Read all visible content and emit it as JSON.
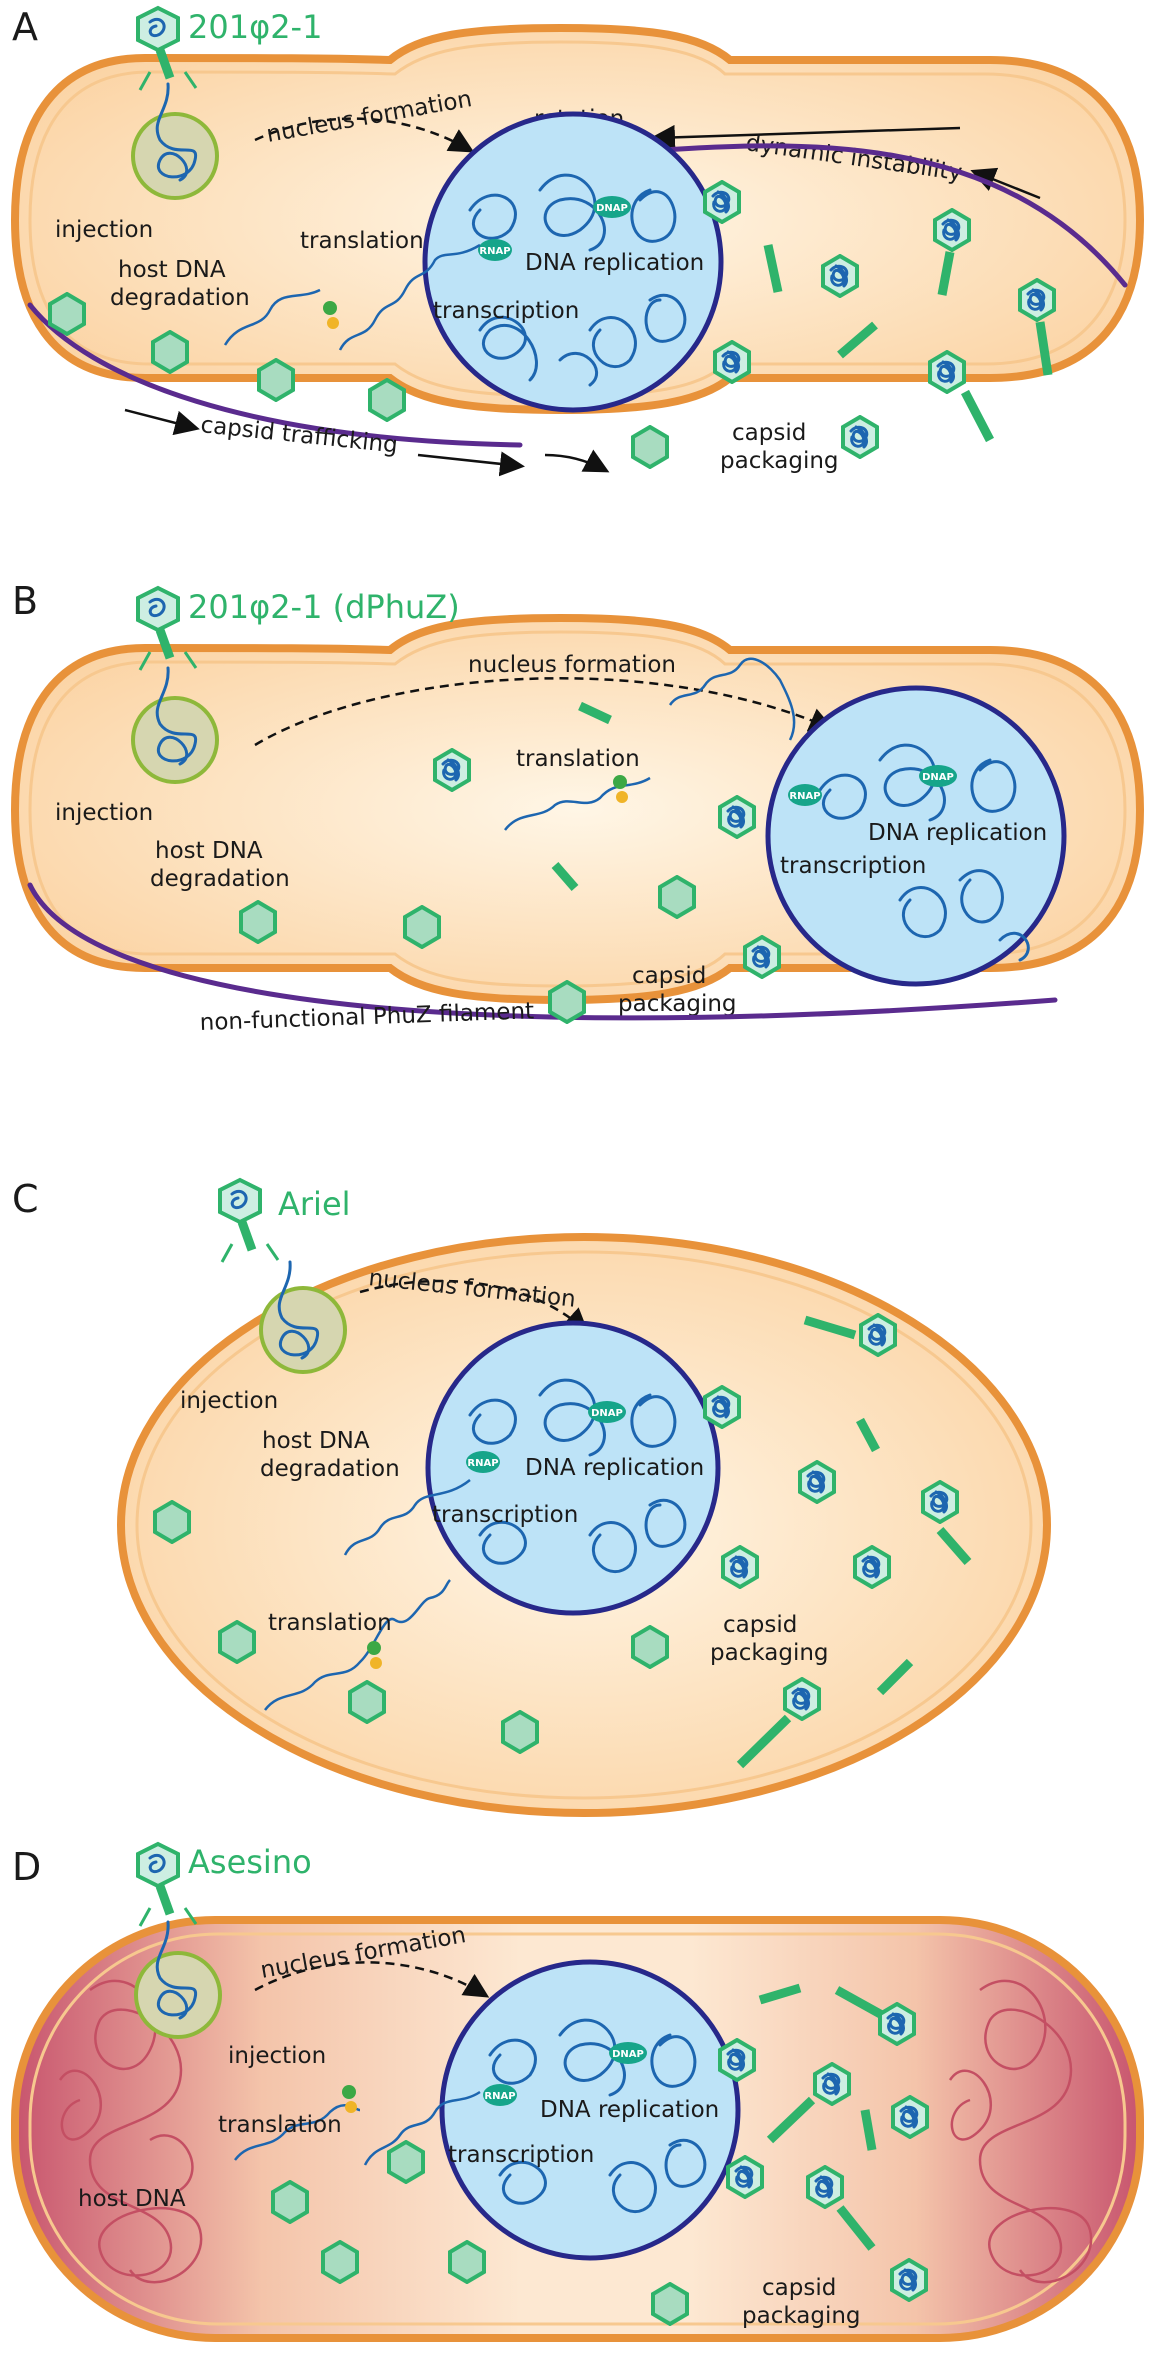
{
  "panels": [
    {
      "letter": "A",
      "phage": "201φ2-1",
      "labels": {
        "injection": "injection",
        "host_dna_degradation_1": "host DNA",
        "host_dna_degradation_2": "degradation",
        "nucleus_formation": "nucleus formation",
        "rotation": "rotation",
        "dynamic_instability": "dynamic instability",
        "translation": "translation",
        "dna_replication": "DNA replication",
        "transcription": "transcription",
        "capsid_trafficking": "capsid trafficking",
        "capsid_packaging_1": "capsid",
        "capsid_packaging_2": "packaging",
        "rnap": "RNAP",
        "dnap": "DNAP"
      }
    },
    {
      "letter": "B",
      "phage": "201φ2-1 (dPhuZ)",
      "labels": {
        "nucleus_formation": "nucleus formation",
        "injection": "injection",
        "host_dna_degradation_1": "host DNA",
        "host_dna_degradation_2": "degradation",
        "translation": "translation",
        "dna_replication": "DNA replication",
        "transcription": "transcription",
        "capsid_packaging_1": "capsid",
        "capsid_packaging_2": "packaging",
        "filament": "non-functional PhuZ filament",
        "rnap": "RNAP",
        "dnap": "DNAP"
      }
    },
    {
      "letter": "C",
      "phage": "Ariel",
      "labels": {
        "nucleus_formation": "nucleus formation",
        "injection": "injection",
        "host_dna_degradation_1": "host DNA",
        "host_dna_degradation_2": "degradation",
        "dna_replication": "DNA replication",
        "transcription": "transcription",
        "translation": "translation",
        "capsid_packaging_1": "capsid",
        "capsid_packaging_2": "packaging",
        "rnap": "RNAP",
        "dnap": "DNAP"
      }
    },
    {
      "letter": "D",
      "phage": "Asesino",
      "labels": {
        "nucleus_formation": "nucleus formation",
        "injection": "injection",
        "translation": "translation",
        "dna_replication": "DNA replication",
        "transcription": "transcription",
        "host_dna": "host DNA",
        "capsid_packaging_1": "capsid",
        "capsid_packaging_2": "packaging",
        "rnap": "RNAP",
        "dnap": "DNAP"
      }
    }
  ],
  "colors": {
    "cell_fill": "#fbd7ab",
    "cell_outline": "#e8923a",
    "nucleus_fill": "#bde3f7",
    "nucleus_outline": "#27288a",
    "phage_dna": "#1d66b0",
    "capsid": "#2fb36b",
    "phuz_filament": "#5a2b8e",
    "host_dna": "#c44f63",
    "phage_name": "#2fb36b"
  },
  "icons": [
    "phage-icon",
    "capsid-icon",
    "ribosome-icon",
    "rnap-icon",
    "dnap-icon",
    "arrow-icon"
  ]
}
